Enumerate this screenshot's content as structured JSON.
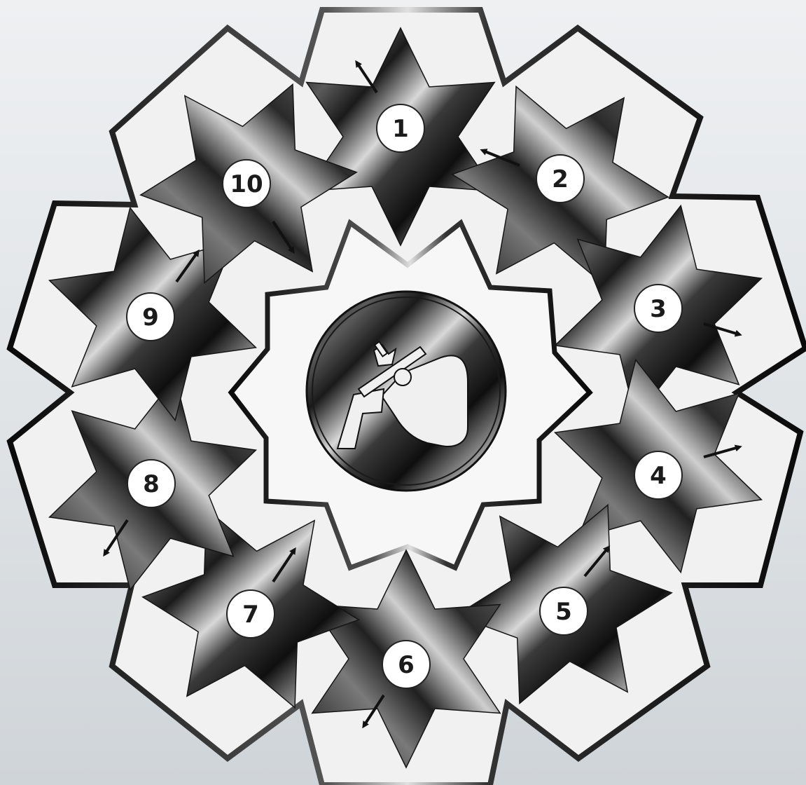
{
  "diagram": {
    "center_icon": "spray-gun-icon",
    "steps": [
      {
        "id": "1",
        "label": "1"
      },
      {
        "id": "2",
        "label": "2"
      },
      {
        "id": "3",
        "label": "3"
      },
      {
        "id": "4",
        "label": "4"
      },
      {
        "id": "5",
        "label": "5"
      },
      {
        "id": "6",
        "label": "6"
      },
      {
        "id": "7",
        "label": "7"
      },
      {
        "id": "8",
        "label": "8"
      },
      {
        "id": "9",
        "label": "9"
      },
      {
        "id": "10",
        "label": "10"
      }
    ],
    "colors": {
      "metal_dark": "#111111",
      "metal_light": "#e8e8e8",
      "panel": "#f2f2f2",
      "outline": "#141414"
    }
  }
}
